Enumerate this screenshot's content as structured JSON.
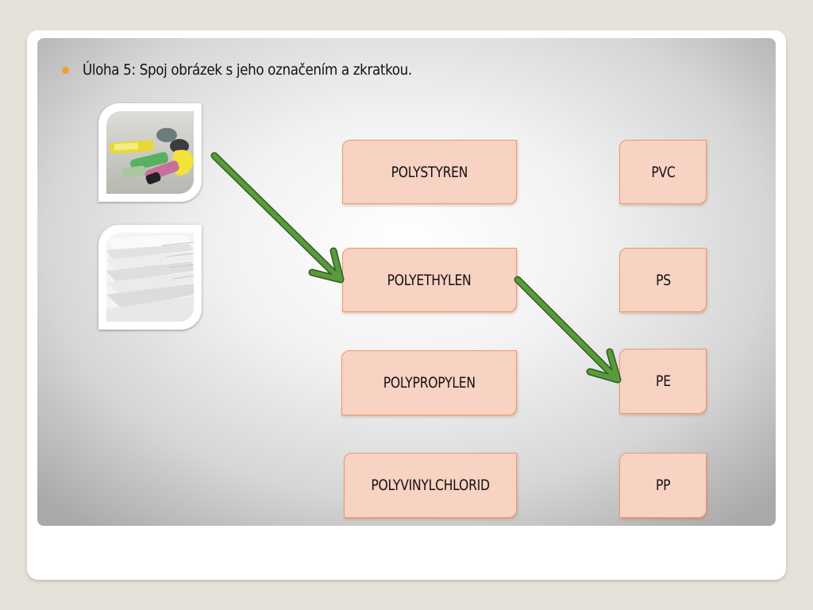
{
  "slide": {
    "title": "Úloha 5: Spoj obrázek s jeho označením a zkratkou."
  },
  "images": [
    {
      "id": "img-bags",
      "subject": "plastic-bags-rolls"
    },
    {
      "id": "img-foam",
      "subject": "polystyrene-foam-boards"
    }
  ],
  "names": [
    "POLYSTYREN",
    "POLYETHYLEN",
    "POLYPROPYLEN",
    "POLYVINYLCHLORID"
  ],
  "abbreviations": [
    "PVC",
    "PS",
    "PE",
    "PP"
  ],
  "connections": [
    {
      "from": "img-bags",
      "to": "POLYETHYLEN"
    },
    {
      "from": "POLYETHYLEN",
      "to": "PE"
    }
  ],
  "colors": {
    "bullet": "#f0a030",
    "box_fill": "#f8d2c2",
    "box_border": "#e89a6e",
    "arrow": "#5a9a3c"
  }
}
